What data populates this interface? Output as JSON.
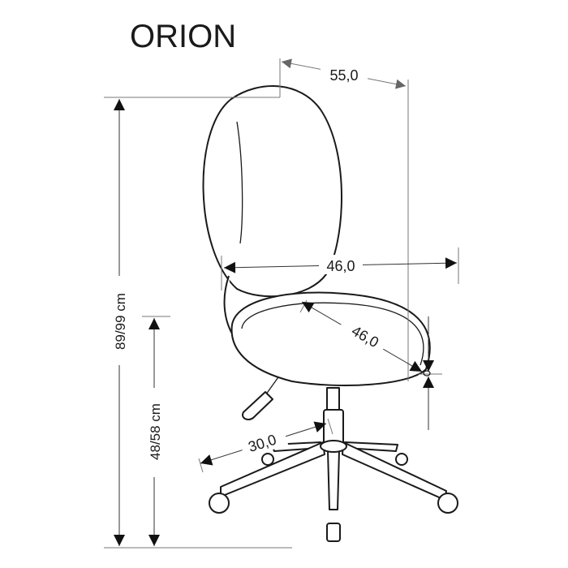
{
  "title": "ORION",
  "dimensions": {
    "total_height": "89/99 cm",
    "seat_height": "48/58 cm",
    "depth": "55,0",
    "seat_width": "46,0",
    "seat_depth": "46,0",
    "base_radius": "30,0"
  }
}
